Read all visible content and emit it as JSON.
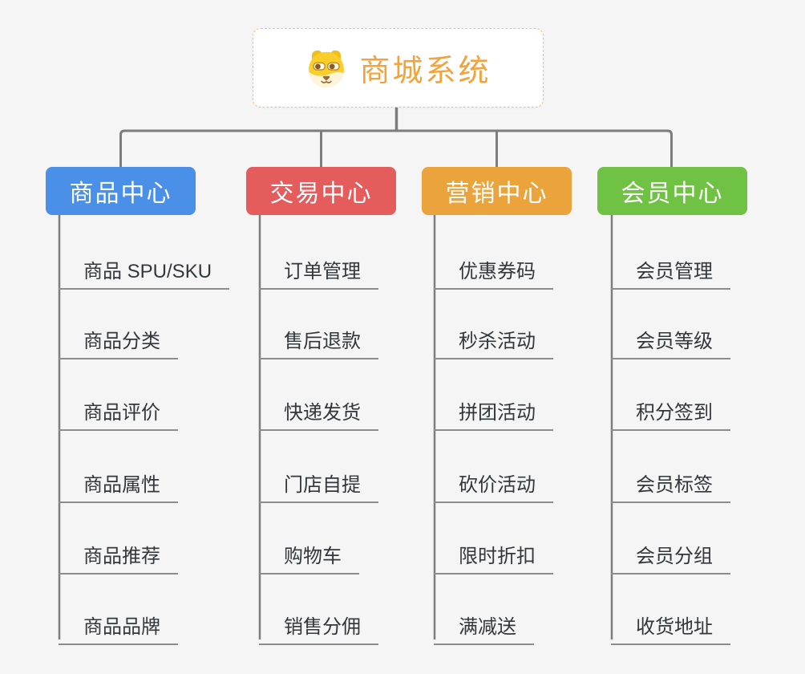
{
  "root": {
    "title": "商城系统",
    "icon": "dog-face-icon"
  },
  "branches": [
    {
      "label": "商品中心",
      "color": "#4a90e8",
      "items": [
        "商品 SPU/SKU",
        "商品分类",
        "商品评价",
        "商品属性",
        "商品推荐",
        "商品品牌"
      ]
    },
    {
      "label": "交易中心",
      "color": "#e45c5c",
      "items": [
        "订单管理",
        "售后退款",
        "快递发货",
        "门店自提",
        "购物车",
        "销售分佣"
      ]
    },
    {
      "label": "营销中心",
      "color": "#eba43c",
      "items": [
        "优惠券码",
        "秒杀活动",
        "拼团活动",
        "砍价活动",
        "限时折扣",
        "满减送"
      ]
    },
    {
      "label": "会员中心",
      "color": "#6fc243",
      "items": [
        "会员管理",
        "会员等级",
        "积分签到",
        "会员标签",
        "会员分组",
        "收货地址"
      ]
    }
  ],
  "colors": {
    "background": "#f5f5f5",
    "connector": "#7d7d7d",
    "leaf_underline": "#8c8c8c",
    "leaf_text": "#33363a",
    "root_text": "#f2a33c",
    "root_border": "#f3c083",
    "branch_text": "#ffffff"
  }
}
